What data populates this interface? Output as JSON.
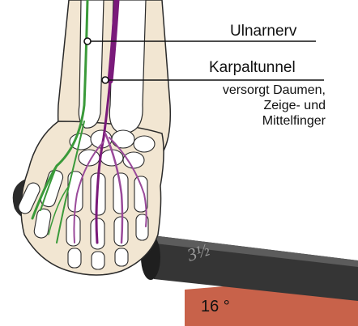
{
  "labels": {
    "ulnar_nerve": "Ulnarnerv",
    "carpal_tunnel": "Karpaltunnel",
    "carpal_desc": "versorgt Daumen, Zeige- und Mittelfinger"
  },
  "angle_label": "16 °",
  "handle_brand": "3½",
  "colors": {
    "skin": "#f2e6d2",
    "bone": "#ffffff",
    "bone_outline": "#2a2a2a",
    "ulnar_nerve": "#3a9a3a",
    "median_nerve": "#7a1a7a",
    "handle": "#2f2f2f",
    "angle_wedge": "#c8624a"
  }
}
